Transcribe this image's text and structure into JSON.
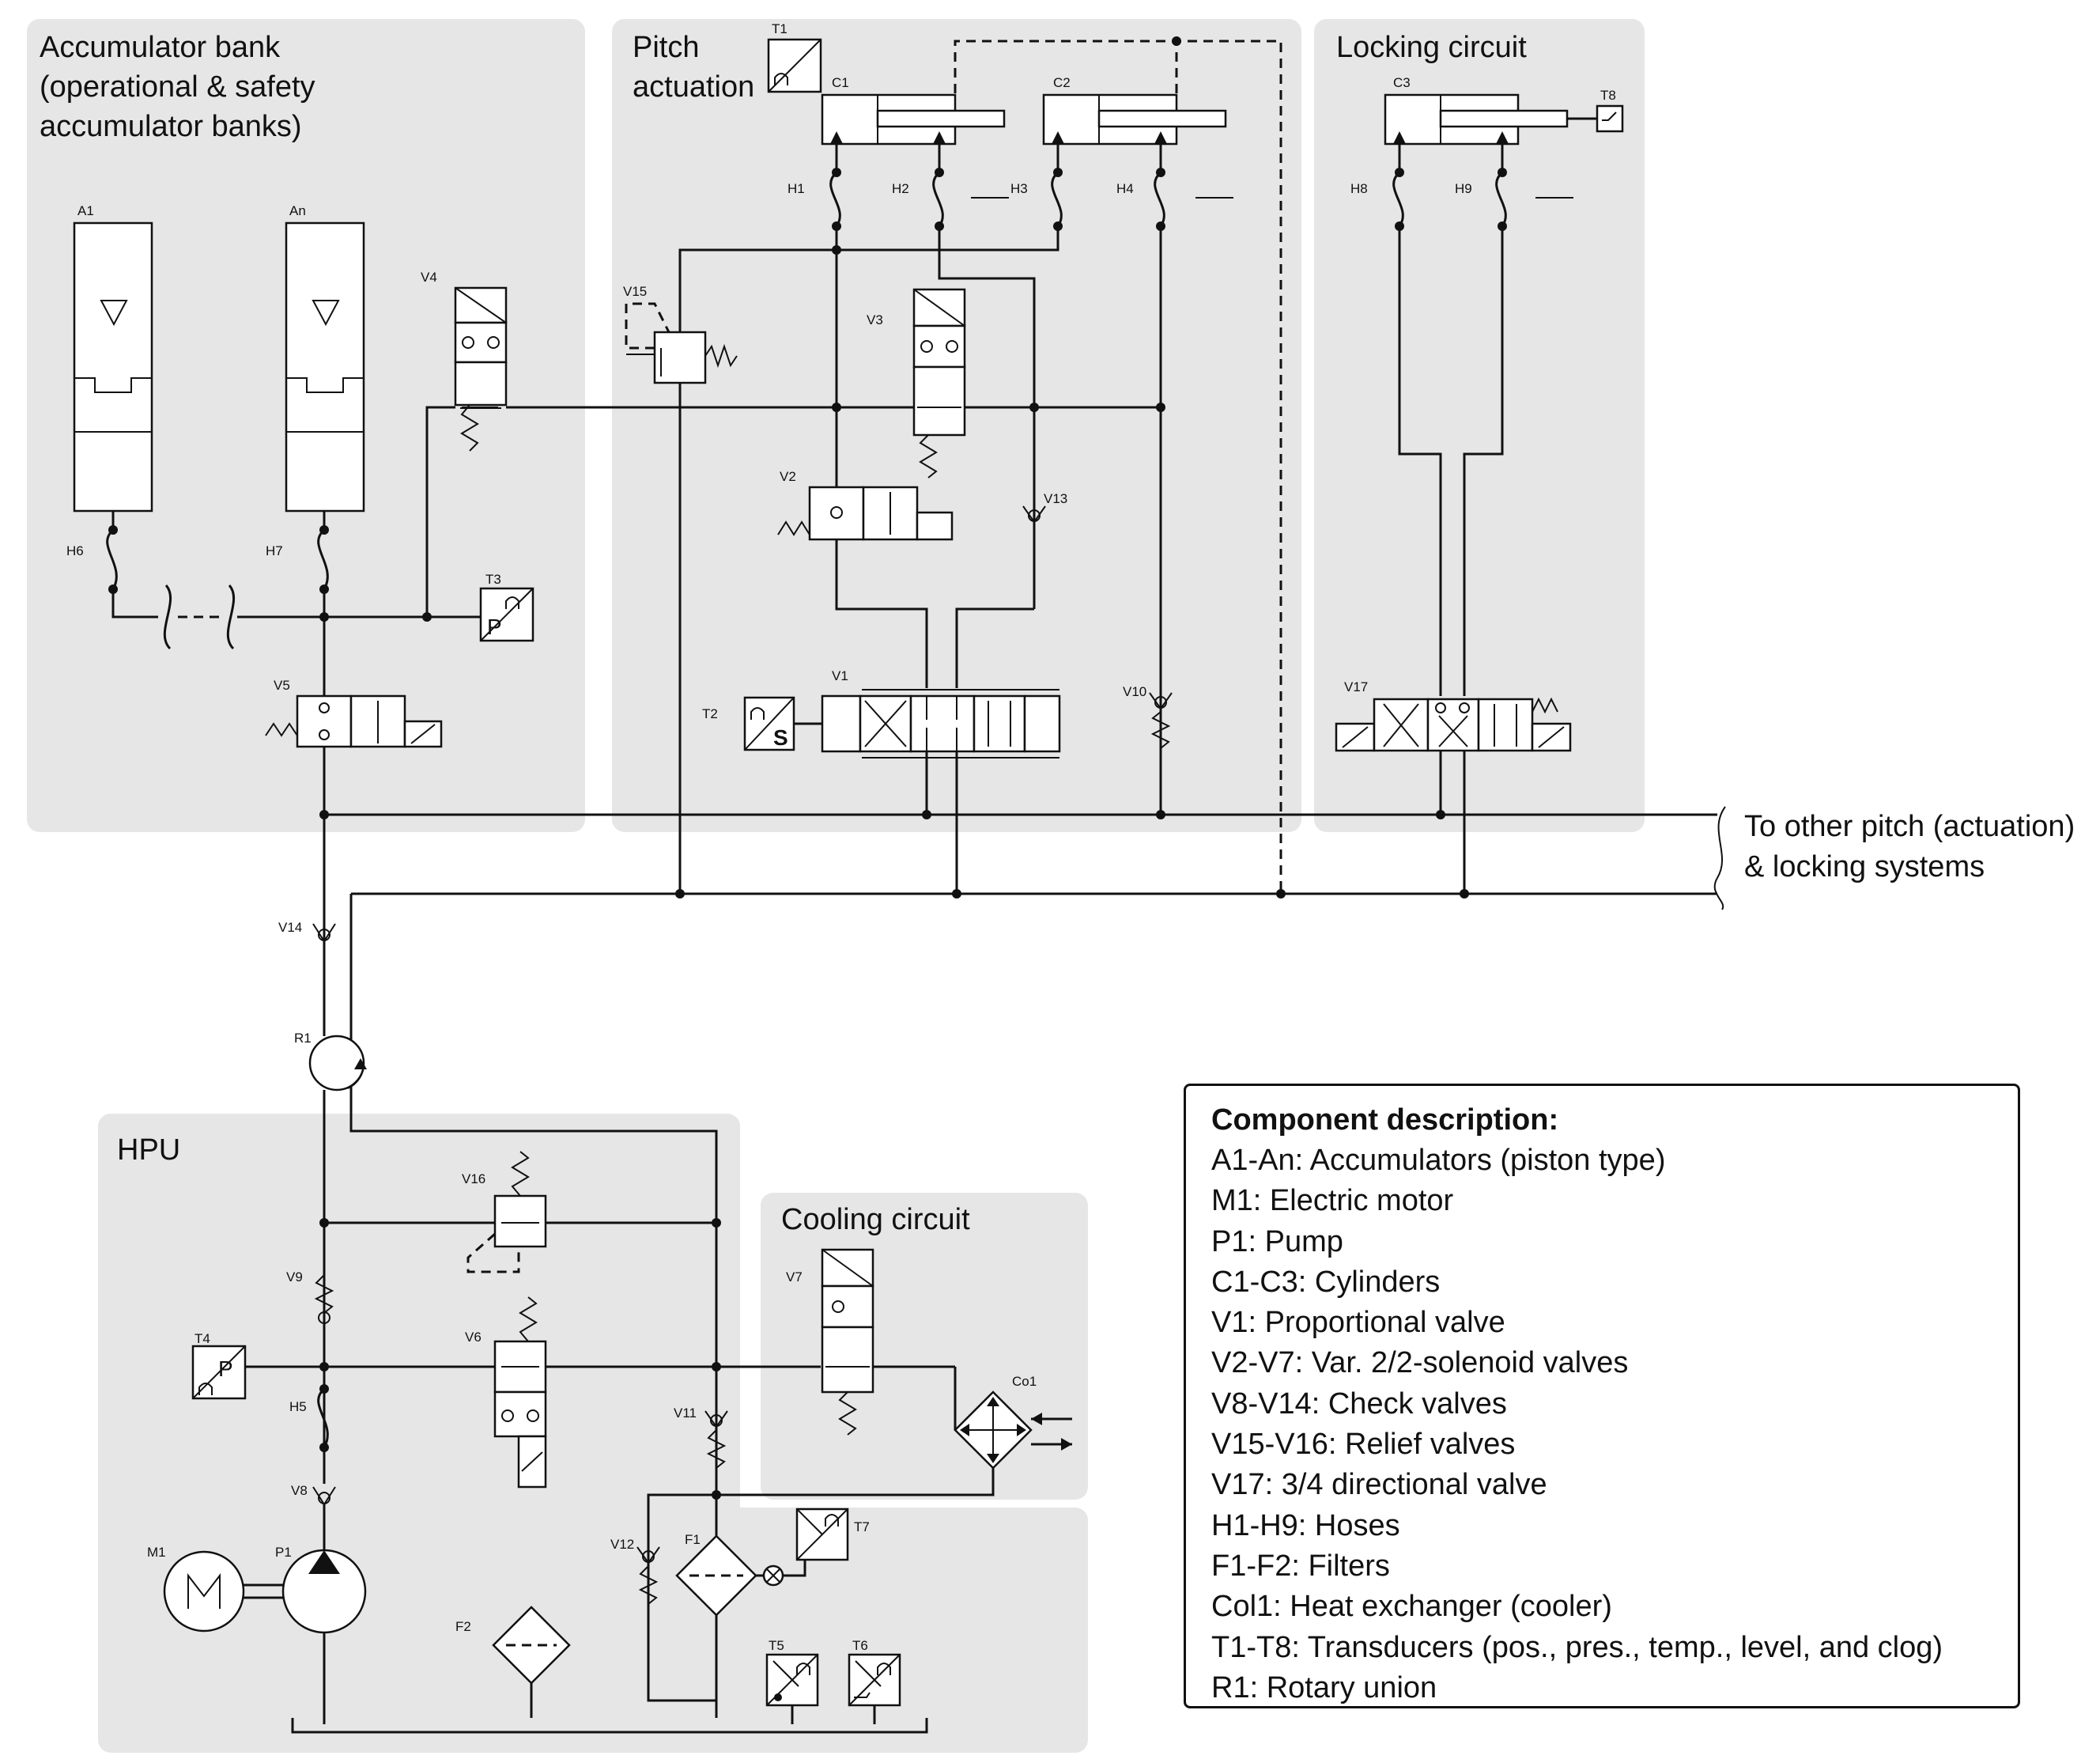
{
  "regions": {
    "accumulator_bank": "Accumulator bank",
    "accumulator_bank_sub1": "(operational & safety",
    "accumulator_bank_sub2": "accumulator banks)",
    "pitch_actuation_1": "Pitch",
    "pitch_actuation_2": "actuation",
    "locking_circuit": "Locking circuit",
    "hpu": "HPU",
    "cooling_circuit": "Cooling circuit"
  },
  "other_systems": [
    "To other pitch (actuation)",
    "& locking systems"
  ],
  "components": {
    "A1": "A1",
    "An": "An",
    "V4": "V4",
    "H6": "H6",
    "H7": "H7",
    "T3": "T3",
    "V5": "V5",
    "T1": "T1",
    "C1": "C1",
    "C2": "C2",
    "H1": "H1",
    "H2": "H2",
    "H3": "H3",
    "H4": "H4",
    "V15": "V15",
    "V3": "V3",
    "V2": "V2",
    "V13": "V13",
    "V1": "V1",
    "T2": "T2",
    "V10": "V10",
    "C3": "C3",
    "T8": "T8",
    "H8": "H8",
    "H9": "H9",
    "V17": "V17",
    "V14": "V14",
    "R1": "R1",
    "V16": "V16",
    "V9": "V9",
    "T4": "T4",
    "V6": "V6",
    "H5": "H5",
    "V8": "V8",
    "M1": "M1",
    "P1": "P1",
    "F2": "F2",
    "V11": "V11",
    "V12": "V12",
    "F1": "F1",
    "T7": "T7",
    "T5": "T5",
    "T6": "T6",
    "V7": "V7",
    "Co1": "Co1"
  },
  "symbols": {
    "pressure": "P",
    "speed": "S"
  },
  "legend": {
    "title": "Component description:",
    "items": [
      "A1-An: Accumulators (piston type)",
      "M1: Electric motor",
      "P1: Pump",
      "C1-C3: Cylinders",
      "V1: Proportional valve",
      "V2-V7: Var. 2/2-solenoid valves",
      "V8-V14: Check valves",
      "V15-V16: Relief valves",
      "V17: 3/4 directional valve",
      "H1-H9: Hoses",
      "F1-F2: Filters",
      "Col1: Heat exchanger (cooler)",
      "T1-T8: Transducers (pos., pres., temp., level, and clog)",
      "R1: Rotary union"
    ]
  }
}
